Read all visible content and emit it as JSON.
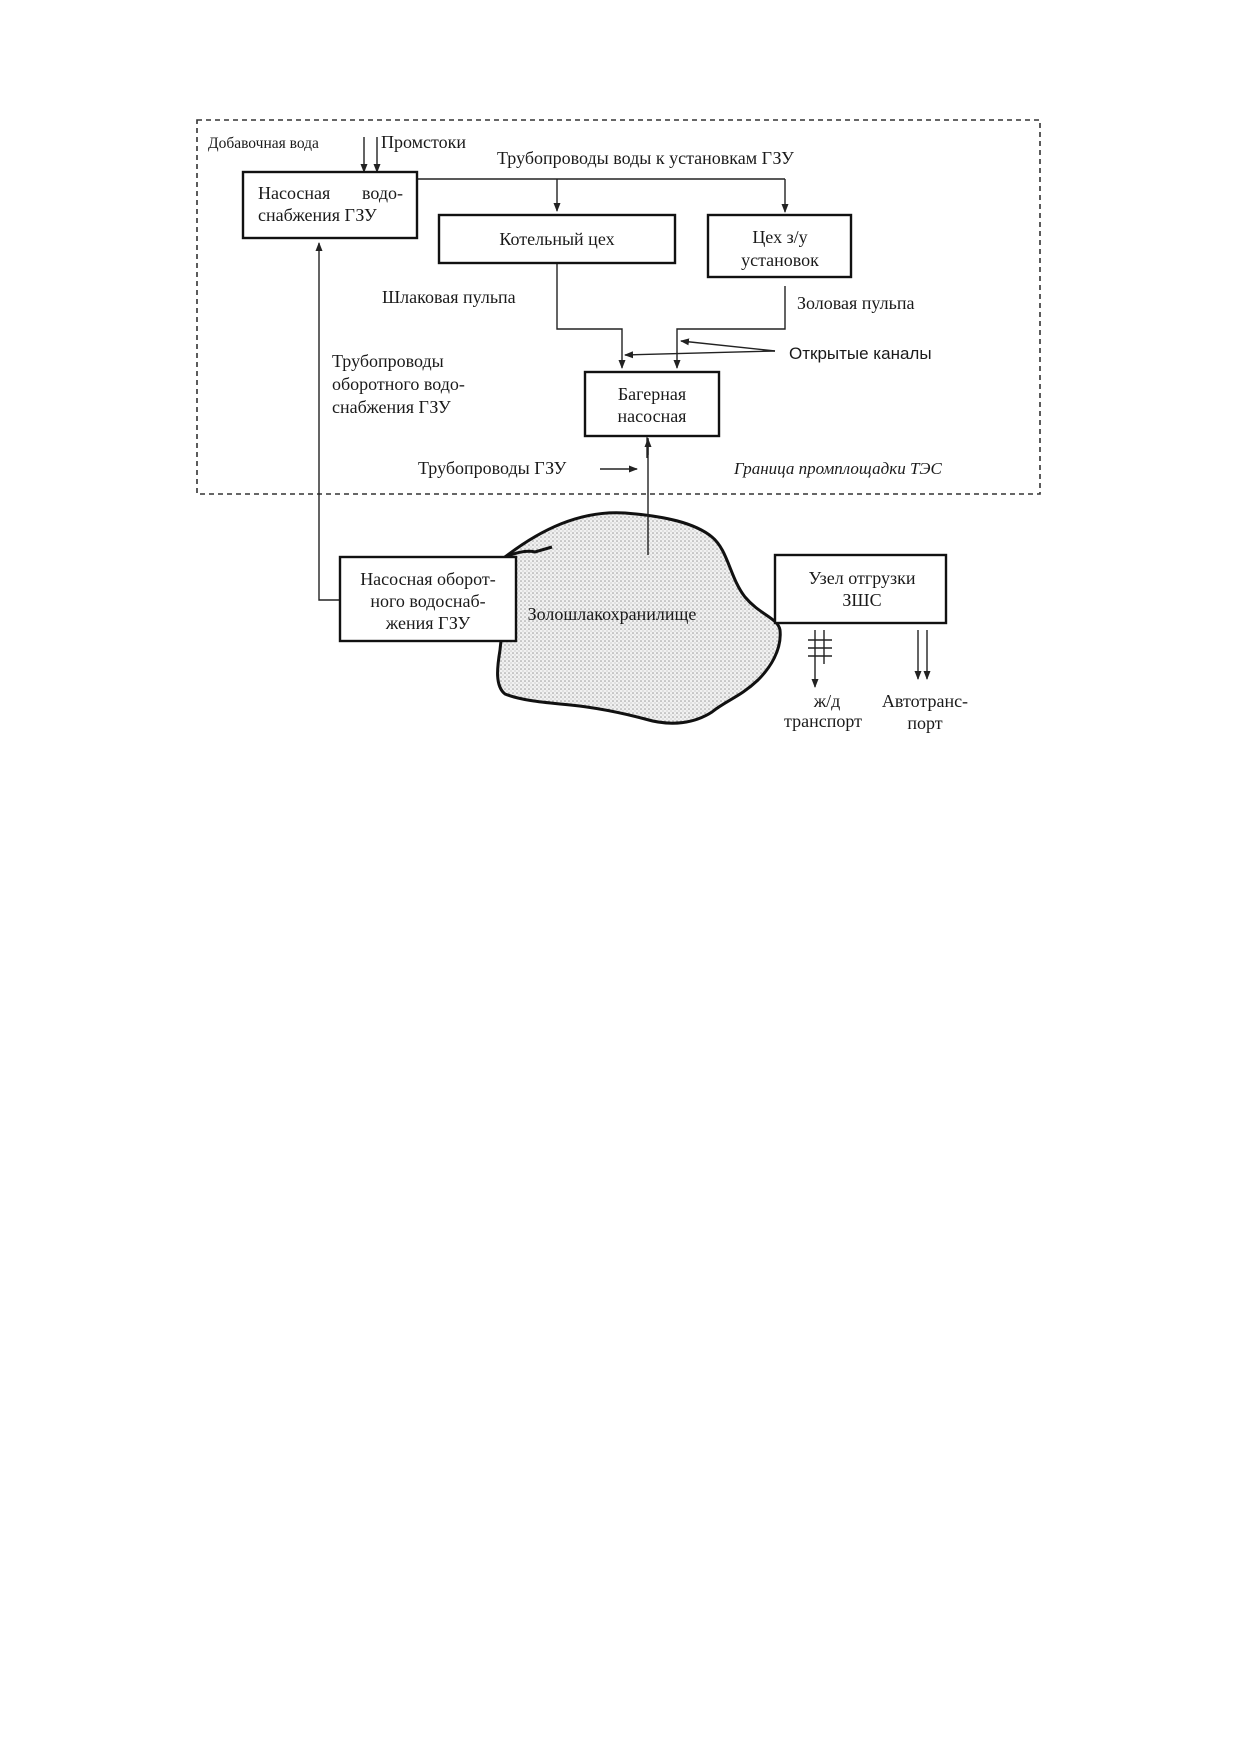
{
  "boundary": {
    "label": "Граница промплощадки ТЭС"
  },
  "inputs": {
    "makeup_water": "Добавочная вода",
    "process_drains": "Промстоки"
  },
  "nodes": {
    "pump_supply": {
      "line1": "Насосная",
      "line1b": "водо-",
      "line2": "снабжения ГЗУ"
    },
    "boiler_shop": {
      "label": "Котельный цех"
    },
    "ash_shop": {
      "line1": "Цех з/у",
      "line2": "установок"
    },
    "slurry_pump": {
      "line1": "Багерная",
      "line2": "насосная"
    },
    "return_pump": {
      "line1": "Насосная оборот-",
      "line2": "ного водоснаб-",
      "line3": "жения ГЗУ"
    },
    "storage": {
      "label": "Золошлакохранилище"
    },
    "loading": {
      "line1": "Узел отгрузки",
      "line2": "ЗШС"
    }
  },
  "labels": {
    "water_pipes": "Трубопроводы воды к установкам ГЗУ",
    "slag_pulp": "Шлаковая пульпа",
    "ash_pulp": "Золовая пульпа",
    "open_channels": "Открытые каналы",
    "return_pipes": [
      "Трубопроводы",
      "оборотного водо-",
      "снабжения ГЗУ"
    ],
    "gzu_pipes": "Трубопроводы ГЗУ",
    "rail": [
      "ж/д",
      "транспорт"
    ],
    "road": [
      "Автотранс-",
      "порт"
    ]
  }
}
